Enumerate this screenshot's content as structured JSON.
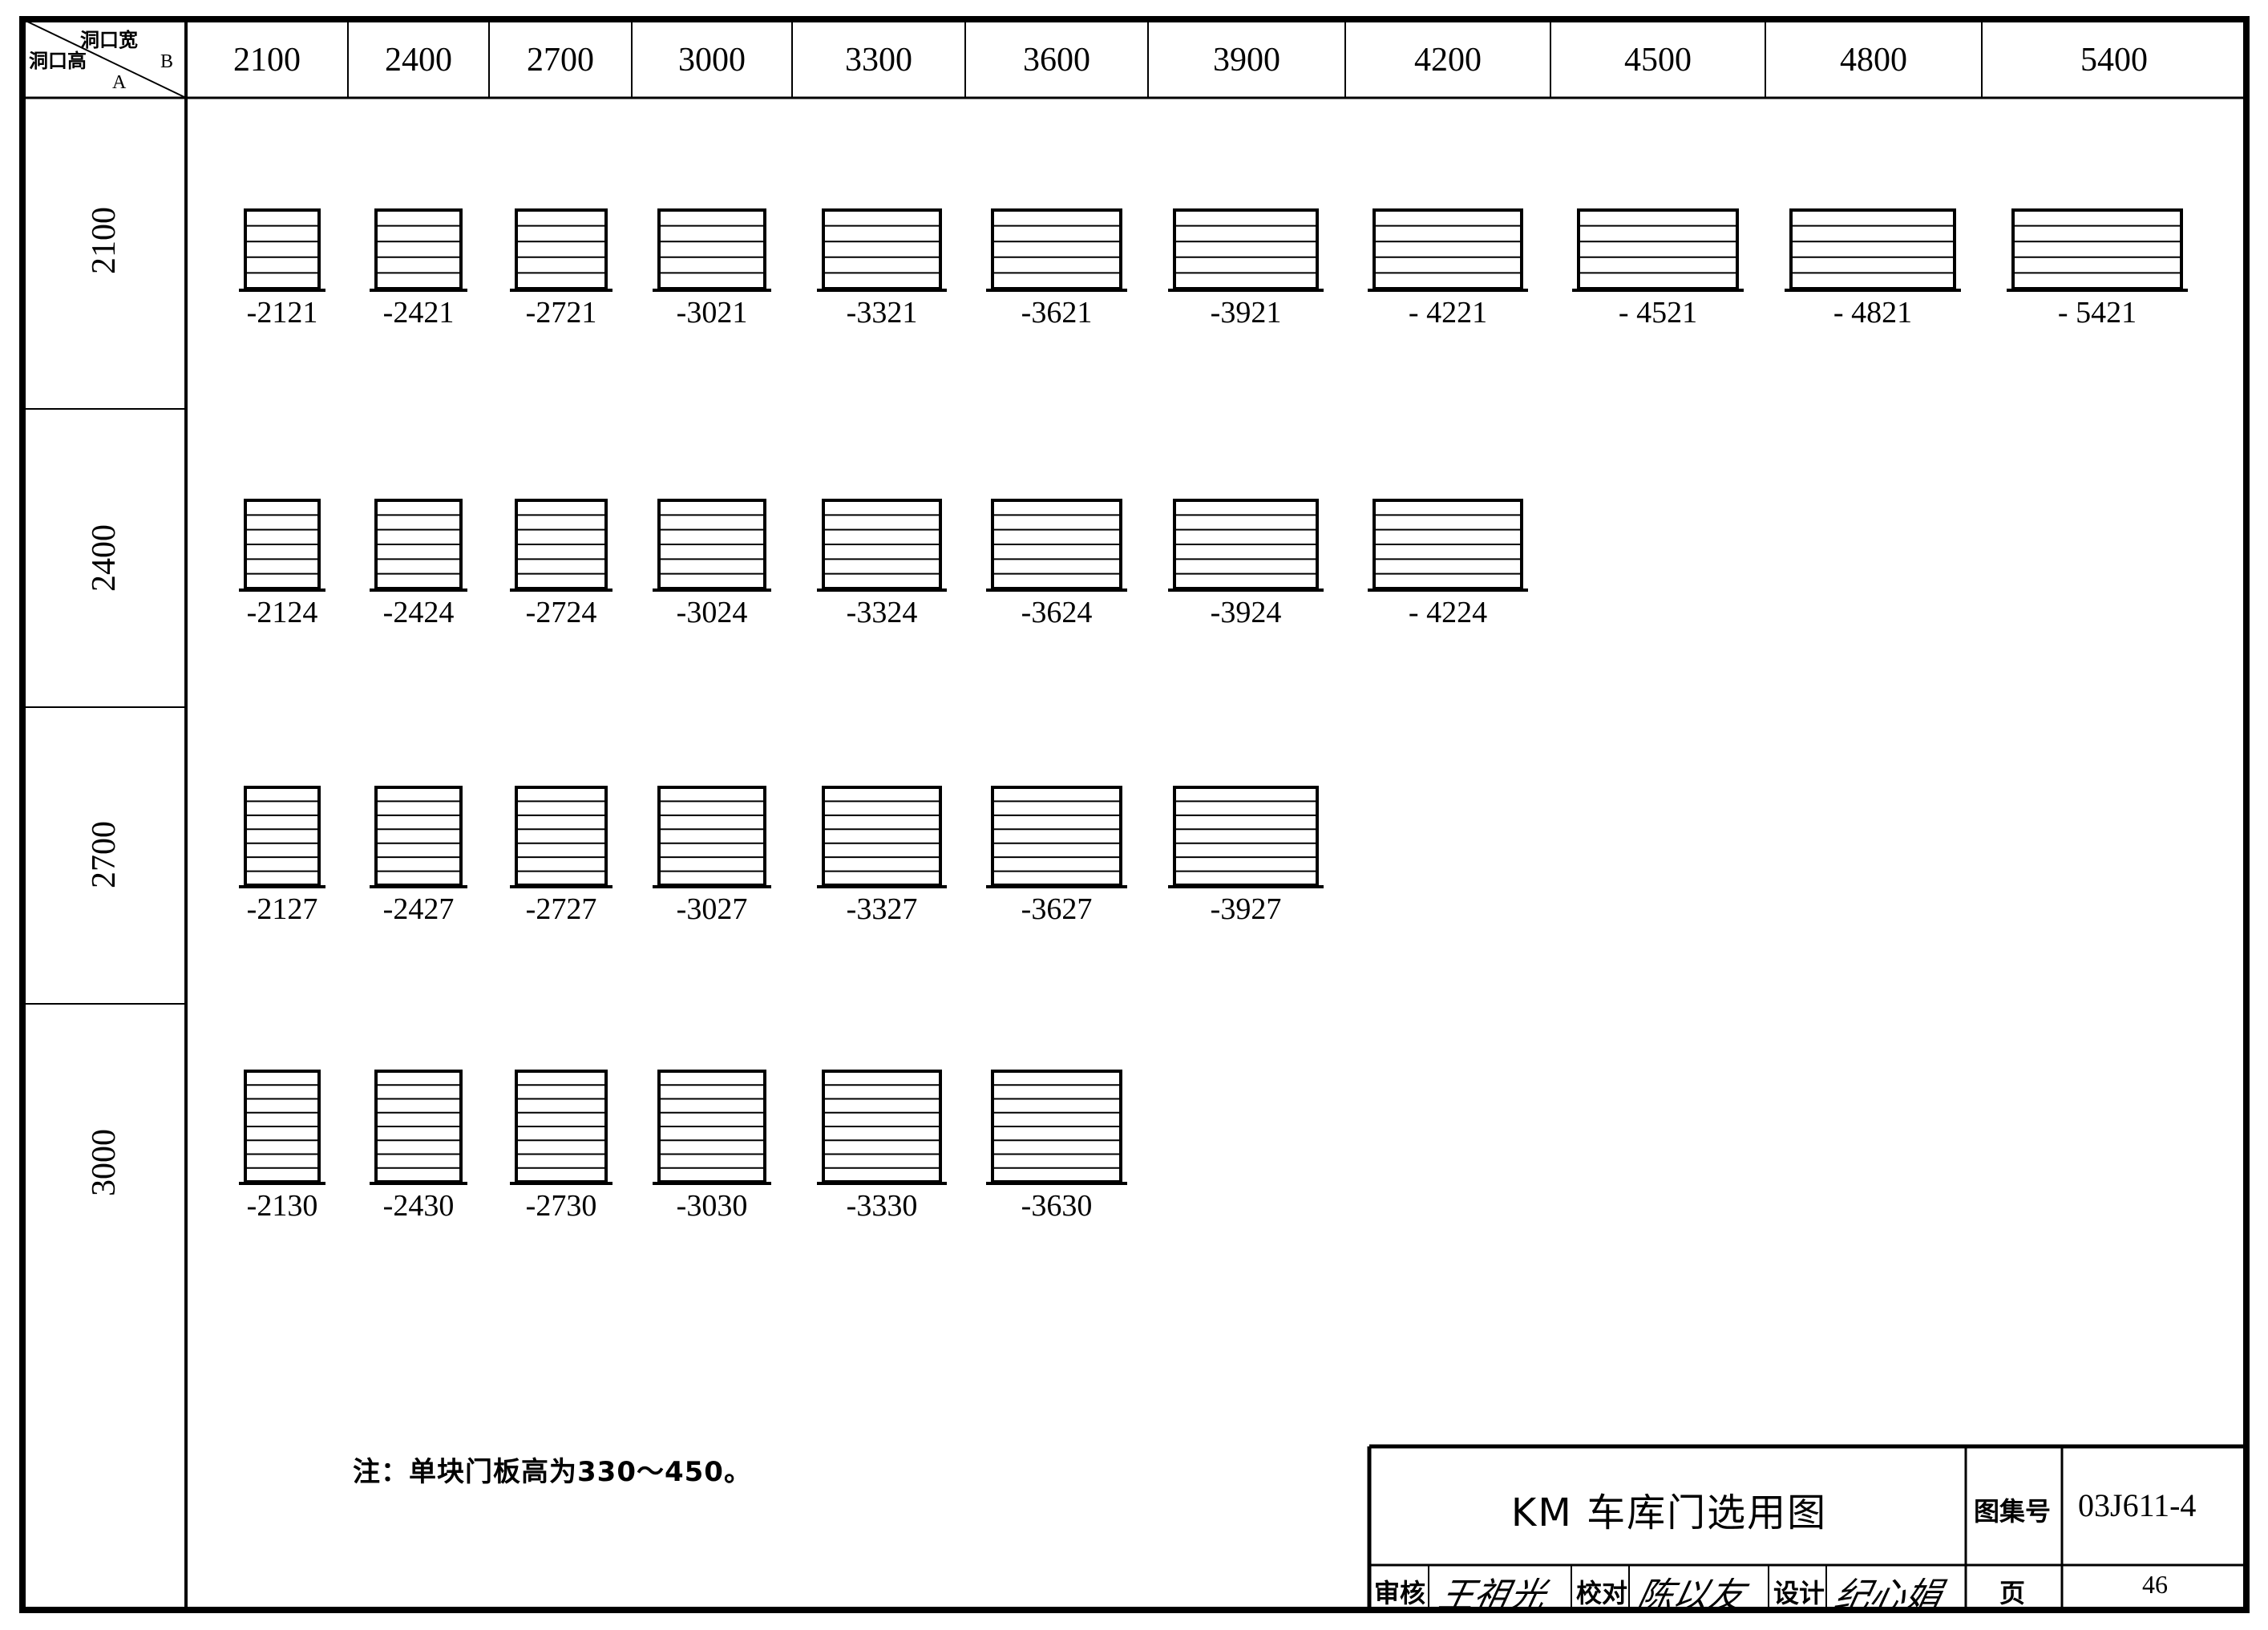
{
  "corner": {
    "top_right": "洞口宽",
    "letter_b": "B",
    "bottom_left": "洞口高",
    "letter_a": "A"
  },
  "columns": [
    "2100",
    "2400",
    "2700",
    "3000",
    "3300",
    "3600",
    "3900",
    "4200",
    "4500",
    "4800",
    "5400"
  ],
  "rows": [
    {
      "height": "2100",
      "panels": 5,
      "codes": [
        "-2121",
        "-2421",
        "-2721",
        "-3021",
        "-3321",
        "-3621",
        "-3921",
        "- 4221",
        "- 4521",
        "- 4821",
        "- 5421"
      ]
    },
    {
      "height": "2400",
      "panels": 6,
      "codes": [
        "-2124",
        "-2424",
        "-2724",
        "-3024",
        "-3324",
        "-3624",
        "-3924",
        "- 4224"
      ]
    },
    {
      "height": "2700",
      "panels": 7,
      "codes": [
        "-2127",
        "-2427",
        "-2727",
        "-3027",
        "-3327",
        "-3627",
        "-3927"
      ]
    },
    {
      "height": "3000",
      "panels": 8,
      "codes": [
        "-2130",
        "-2430",
        "-2730",
        "-3030",
        "-3330",
        "-3630"
      ]
    }
  ],
  "note": "注：单块门板高为330～450。",
  "title_block": {
    "title": "KM 车库门选用图",
    "atlas_label": "图集号",
    "atlas_no": "03J611-4",
    "review_label": "审核",
    "review_sig": "王祖光",
    "check_label": "校对",
    "check_sig": "陈以友",
    "design_label": "设计",
    "design_sig": "纪心娟",
    "page_label": "页",
    "page_no": "46"
  }
}
